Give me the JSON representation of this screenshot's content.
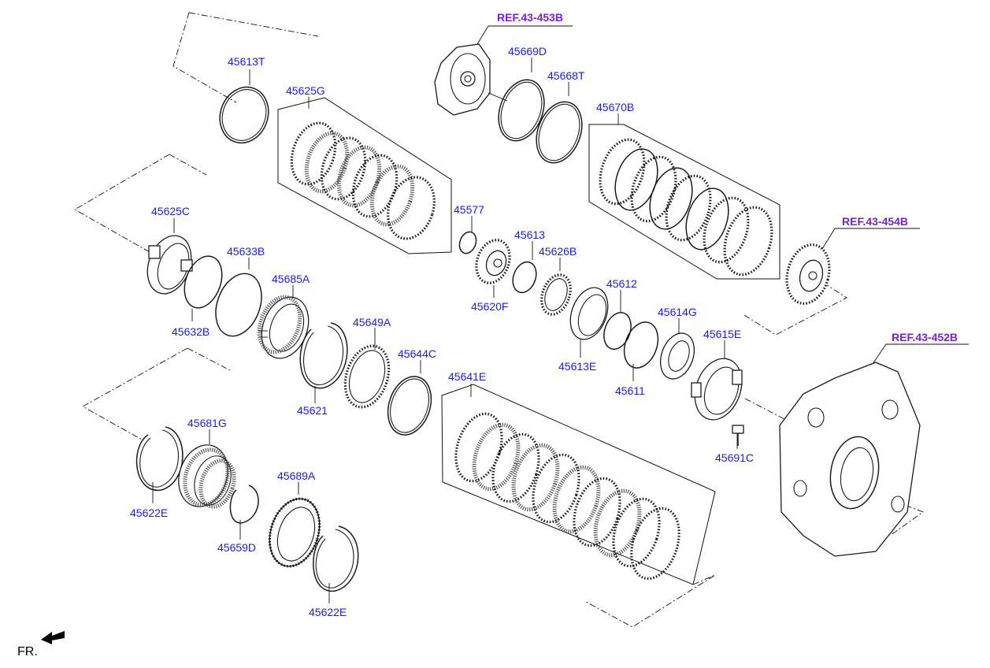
{
  "labels": {
    "p45613T": "45613T",
    "p45625G": "45625G",
    "p45625C": "45625C",
    "p45633B": "45633B",
    "p45685A": "45685A",
    "p45632B": "45632B",
    "p45649A": "45649A",
    "p45644C": "45644C",
    "p45621": "45621",
    "p45681G": "45681G",
    "p45622E_top": "45622E",
    "p45689A": "45689A",
    "p45659D": "45659D",
    "p45622E_bottom": "45622E",
    "p45641E": "45641E",
    "p45669D": "45669D",
    "p45668T": "45668T",
    "p45670B": "45670B",
    "p45577": "45577",
    "p45613": "45613",
    "p45626B": "45626B",
    "p45620F": "45620F",
    "p45612": "45612",
    "p45614G": "45614G",
    "p45613E": "45613E",
    "p45611": "45611",
    "p45615E": "45615E",
    "p45691C": "45691C"
  },
  "refs": {
    "ref_453B": "REF.43-453B",
    "ref_454B": "REF.43-454B",
    "ref_452B": "REF.43-452B"
  },
  "direction": {
    "label": "FR.",
    "icon": "front-direction-arrow-icon"
  },
  "colors": {
    "part_number": "#1a1aff",
    "reference": "#7a1fe0",
    "line": "#111111"
  }
}
